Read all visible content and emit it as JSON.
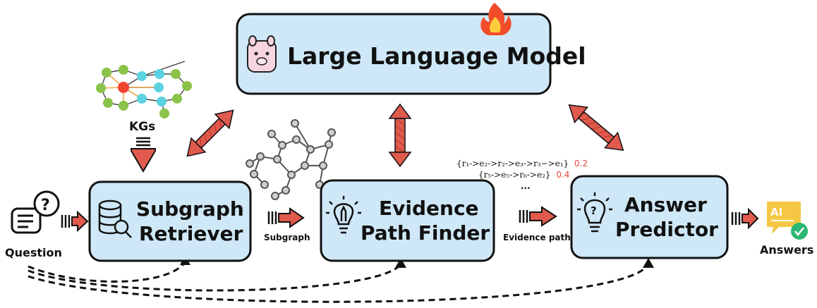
{
  "llm": {
    "title": "Large Language Model"
  },
  "retriever": {
    "line1": "Subgraph",
    "line2": "Retriever"
  },
  "finder": {
    "line1": "Evidence",
    "line2": "Path Finder"
  },
  "predictor": {
    "line1": "Answer",
    "line2": "Predictor"
  },
  "labels": {
    "kgs": "KGs",
    "question": "Question",
    "answers": "Answers",
    "subgraph": "Subgraph",
    "evidence_path": "Evidence path",
    "ellipsis": "...",
    "answer_badge": "AI"
  },
  "evidence_paths": [
    {
      "text": "{r₁->e₂->r₂->e₃->r₃−>e₁}",
      "score": "0.2"
    },
    {
      "text": "{r₅->e₅->r₆->e₂}",
      "score": "0.4"
    }
  ],
  "colors": {
    "box_fill": "#cfe8f7",
    "arrow_red": "#e05a4e",
    "graph_green": "#8bc34a",
    "graph_cyan": "#5ad2e0",
    "graph_red": "#f0442e",
    "graph_orange": "#f5a94a",
    "answer_yellow": "#f6c744",
    "check_green": "#2bb673"
  }
}
